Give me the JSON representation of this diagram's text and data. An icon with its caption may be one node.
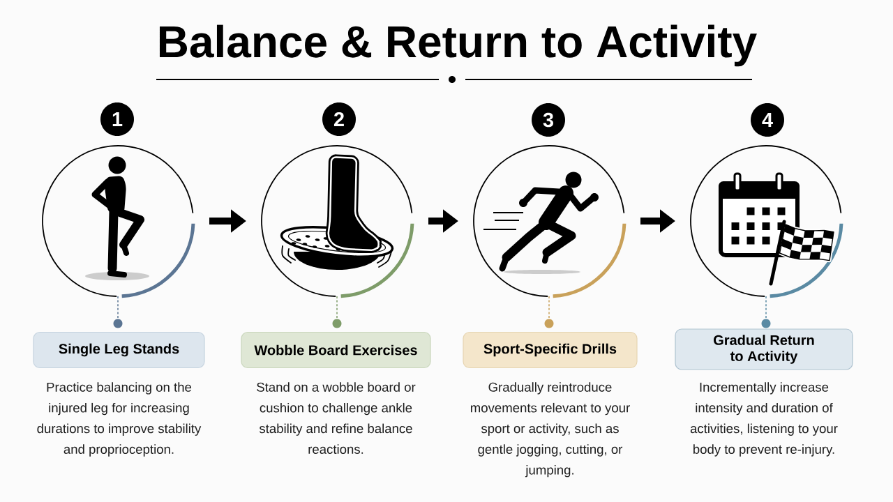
{
  "diagram": {
    "title": "Balance & Return to Activity",
    "nodes": [
      {
        "text": [
          "1"
        ]
      },
      {
        "text": [],
        "shape": "circle"
      },
      {
        "text": [],
        "shape": "circle"
      },
      {
        "text": [
          "Single Leg Stands"
        ],
        "beside": [
          "Practice balancing on the injured leg for increasing durations to improve stability and proprioception."
        ]
      },
      {
        "text": [
          "2"
        ]
      },
      {
        "text": [],
        "shape": "circle"
      },
      {
        "text": [],
        "shape": "circle"
      },
      {
        "text": [
          "Wobble Board Exercises"
        ],
        "beside": [
          "Stand on a wobble board or cushion to challenge ankle stability and refine balance reactions."
        ]
      },
      {
        "text": [
          "3"
        ]
      },
      {
        "text": [],
        "shape": "circle"
      },
      {
        "text": [],
        "shape": "circle"
      },
      {
        "text": [
          "Sport-Specific Drills"
        ],
        "beside": [
          "Gradually reintroduce movements relevant to your sport or activity, such as gentle jogging, cutting, or jumping."
        ]
      },
      {
        "text": [
          "4"
        ]
      },
      {
        "text": [],
        "shape": "circle"
      },
      {
        "text": [],
        "shape": "circle"
      },
      {
        "text": [
          "Gradual Return to Activity"
        ],
        "beside": [
          "Incrementally increase intensity and duration of activities, listening to your body to prevent re-injury."
        ]
      }
    ],
    "edges": [
      {
        "from": 1,
        "to": 5,
        "arrow": "to",
        "style": "thick"
      },
      {
        "from": 5,
        "to": 9,
        "arrow": "to",
        "style": "thick"
      },
      {
        "from": 9,
        "to": 13,
        "arrow": "to",
        "style": "thick"
      },
      {
        "from": 1,
        "to": 2,
        "arrow": "none",
        "style": "dashed",
        "color": "#5b7593"
      },
      {
        "from": 5,
        "to": 6,
        "arrow": "none",
        "style": "dashed",
        "color": "#7e9c69"
      },
      {
        "from": 9,
        "to": 10,
        "arrow": "none",
        "style": "dashed",
        "color": "#c9a15a"
      },
      {
        "from": 13,
        "to": 14,
        "arrow": "none",
        "style": "dashed",
        "color": "#5a8aa3"
      }
    ]
  }
}
